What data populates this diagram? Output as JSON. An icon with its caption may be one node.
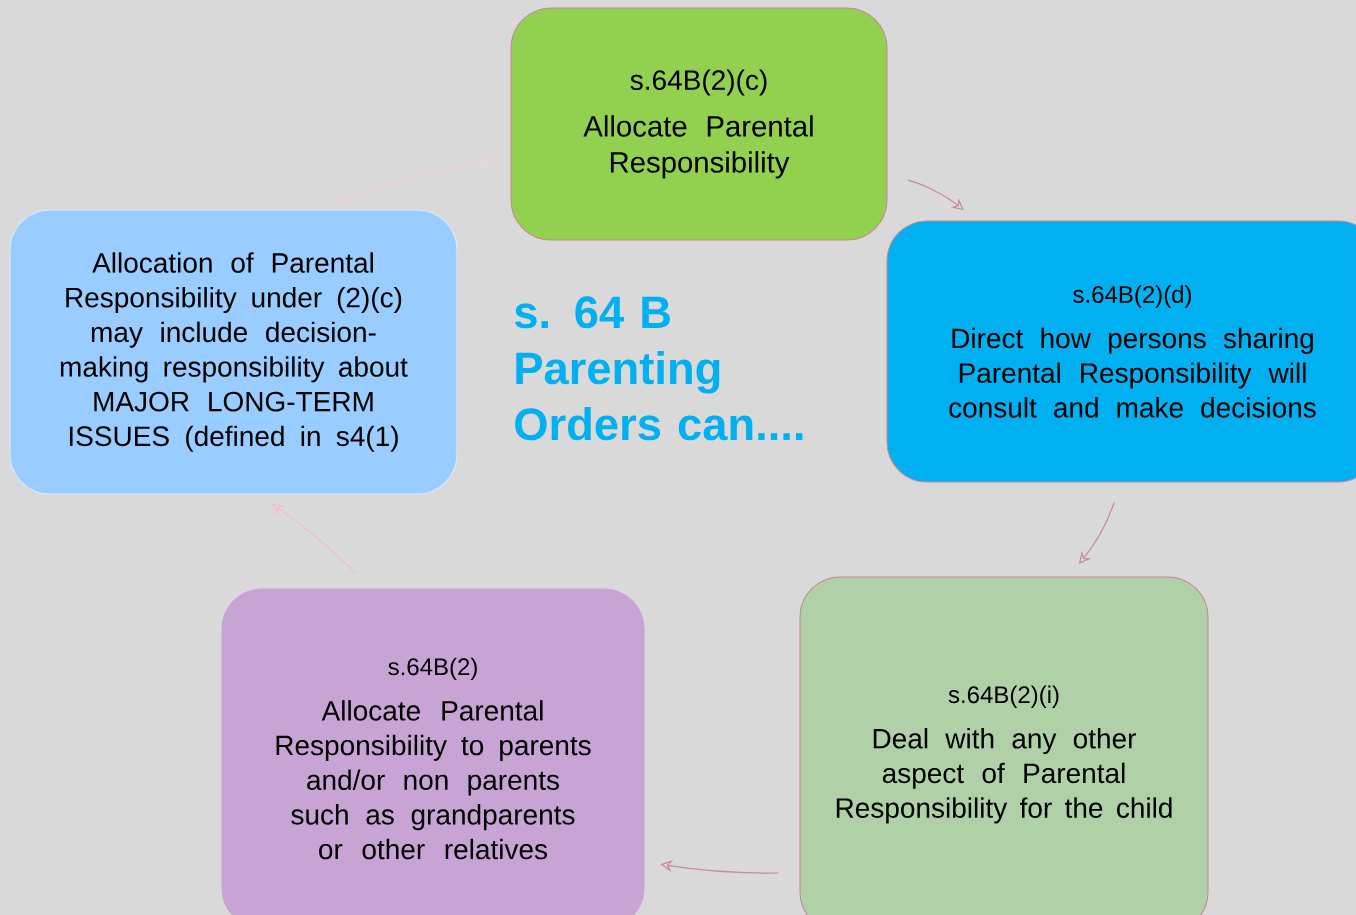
{
  "diagram": {
    "title": "s. 64 B Parenting Orders can....",
    "nodes": [
      {
        "text": [
          "s.64B(2)(c)",
          "Allocate Parental Responsibility"
        ]
      },
      {
        "text": [
          "Allocation of Parental Responsibility under (2)(c) may include decision-making responsibility about MAJOR LONG-TERM ISSUES (defined in s4(1)"
        ]
      },
      {
        "text": [
          "s.64B(2)(d)",
          "Direct how persons sharing Parental Responsibility will consult and make decisions"
        ]
      },
      {
        "text": [
          "s.64B(2)",
          "Allocate Parental Responsibility to parents and/or non parents such as grandparents or other relatives"
        ]
      },
      {
        "text": [
          "s.64B(2)(i)",
          "Deal with any other aspect of Parental Responsibility for the child"
        ]
      }
    ],
    "edges": [
      {
        "from": 0,
        "to": 2,
        "arrow": "to"
      },
      {
        "from": 2,
        "to": 4,
        "arrow": "to"
      },
      {
        "from": 4,
        "to": 3,
        "arrow": "to"
      },
      {
        "from": 3,
        "to": 1,
        "arrow": "to",
        "color": "#f2bccb"
      },
      {
        "from": 1,
        "to": 0,
        "arrow": "to",
        "color": "#f5d0da"
      }
    ]
  }
}
